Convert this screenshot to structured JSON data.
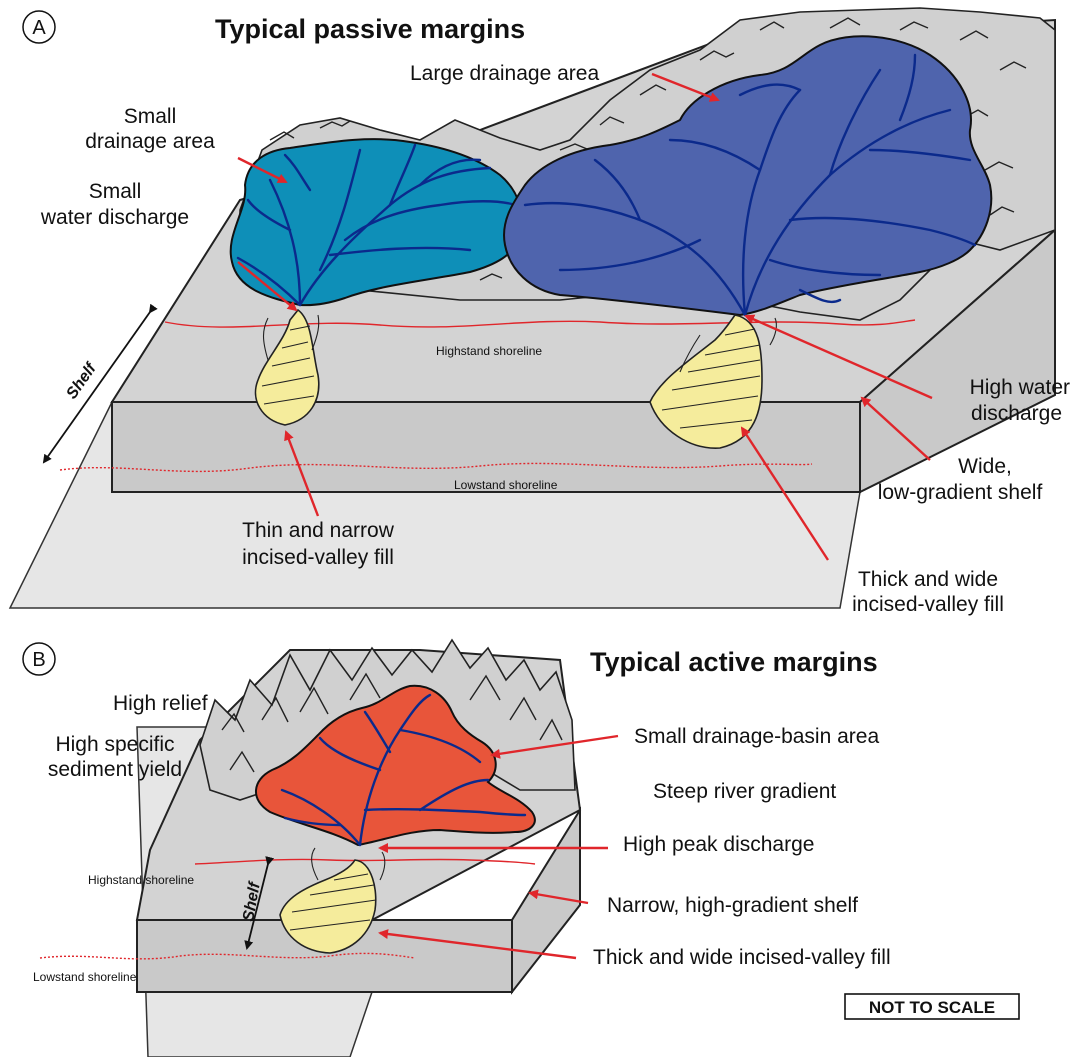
{
  "panel_a": {
    "letter": "A",
    "title": "Typical passive margins",
    "labels": {
      "large_drainage": "Large drainage area",
      "small_drainage_1": "Small",
      "small_drainage_2": "drainage area",
      "small_discharge_1": "Small",
      "small_discharge_2": "water discharge",
      "highstand": "Highstand shoreline",
      "lowstand": "Lowstand shoreline",
      "shelf": "Shelf",
      "high_discharge_1": "High water",
      "high_discharge_2": "discharge",
      "wide_shelf_1": "Wide,",
      "wide_shelf_2": "low-gradient shelf",
      "thin_fill_1": "Thin and narrow",
      "thin_fill_2": "incised-valley fill",
      "thick_fill_1": "Thick and wide",
      "thick_fill_2": "incised-valley fill"
    },
    "colors": {
      "small_basin": "#0e8fb8",
      "large_basin": "#4f64ad"
    }
  },
  "panel_b": {
    "letter": "B",
    "title": "Typical active margins",
    "labels": {
      "high_relief": "High relief",
      "sediment_yield_1": "High specific",
      "sediment_yield_2": "sediment yield",
      "small_basin": "Small drainage-basin area",
      "steep_gradient": "Steep river gradient",
      "peak_discharge": "High peak discharge",
      "narrow_shelf": "Narrow, high-gradient shelf",
      "thick_fill": "Thick and wide incised-valley fill",
      "highstand": "Highstand shoreline",
      "lowstand": "Lowstand shoreline",
      "shelf": "Shelf",
      "not_to_scale": "NOT TO SCALE"
    },
    "colors": {
      "basin": "#e8553a"
    }
  }
}
